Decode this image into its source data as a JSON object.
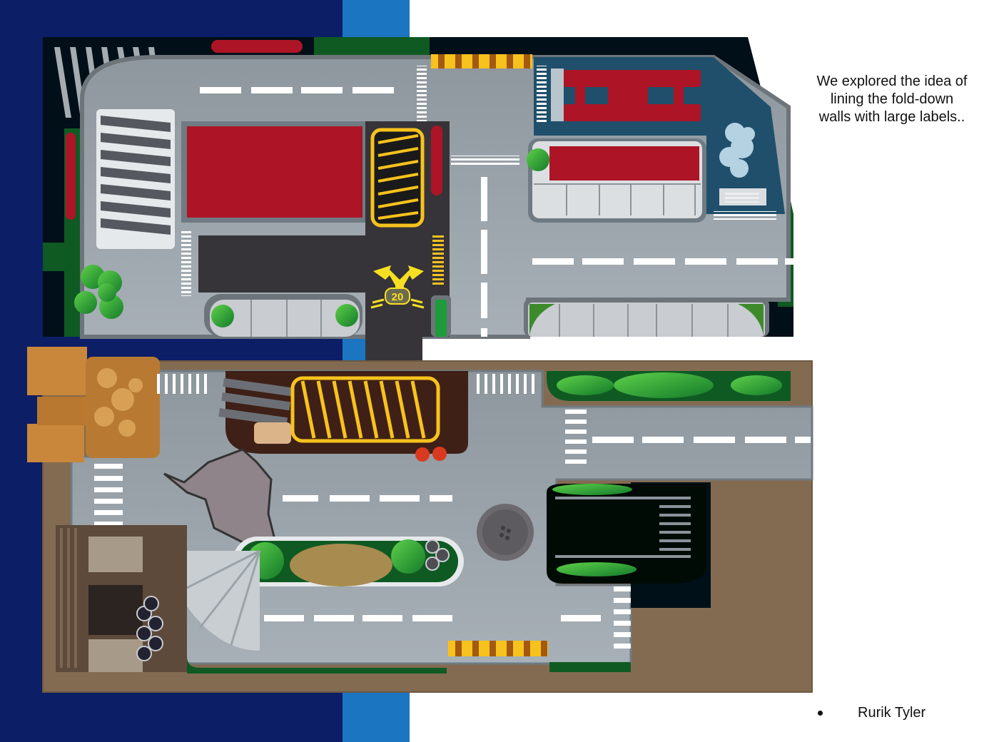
{
  "slide": {
    "caption": "We explored the idea of lining the fold-down walls with large labels..",
    "bullets": [
      {
        "label": "Rurik Tyler"
      }
    ]
  },
  "map_tiles": {
    "top_tile": {
      "description": "City block board tile with parking lot, red buildings, roads and crosswalks",
      "speed_marker": "20"
    },
    "bottom_tile": {
      "description": "Damaged street intersection board tile with cracked pavement, rubble, construction barrier and planters"
    }
  },
  "colors": {
    "background_dark_blue": "#0c1e66",
    "background_light_blue": "#1b75c0",
    "road_gray": "#9aa3aa",
    "building_red": "#ad1526",
    "grass_green": "#0f5a22",
    "dirt_brown": "#836b52",
    "hazard_yellow": "#f7c21d"
  }
}
